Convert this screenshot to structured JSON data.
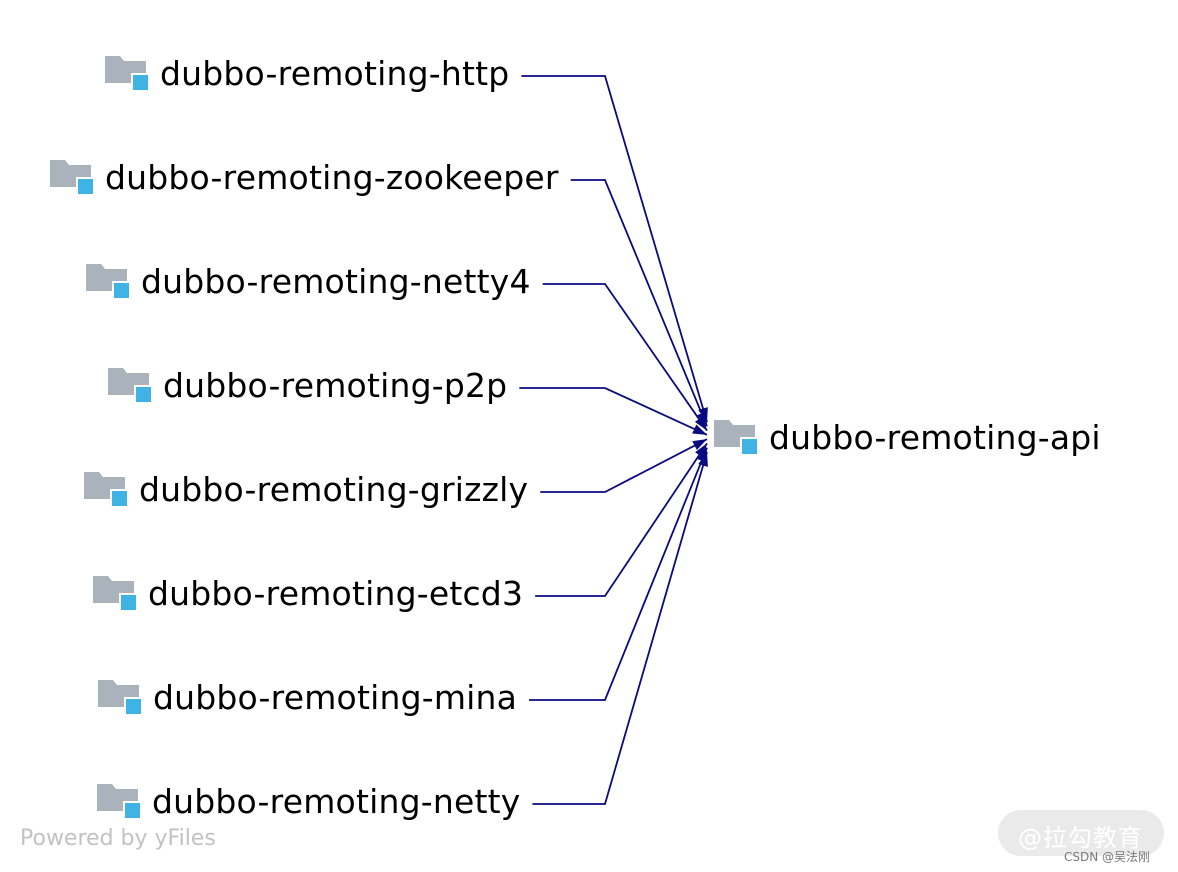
{
  "diagram": {
    "source_modules": [
      "dubbo-remoting-http",
      "dubbo-remoting-zookeeper",
      "dubbo-remoting-netty4",
      "dubbo-remoting-p2p",
      "dubbo-remoting-grizzly",
      "dubbo-remoting-etcd3",
      "dubbo-remoting-mina",
      "dubbo-remoting-netty"
    ],
    "target_module": "dubbo-remoting-api",
    "edge_color": "#0a0a80",
    "folder_color": "#aab3bb",
    "badge_color": "#3fb4e4"
  },
  "footer": {
    "credit": "Powered by yFiles"
  },
  "watermark": {
    "logo": "@拉勾教育",
    "credit": "CSDN @吴法刚"
  }
}
